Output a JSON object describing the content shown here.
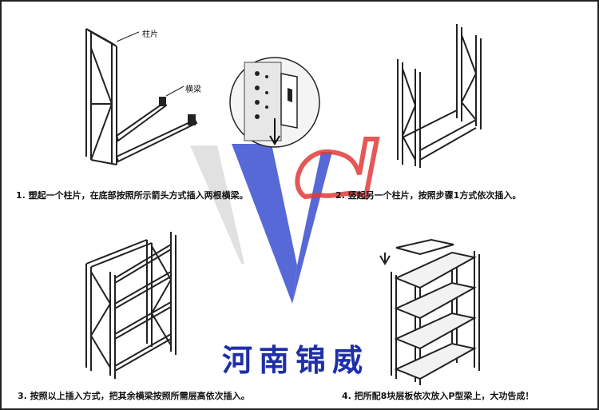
{
  "callouts": {
    "column": "柱片",
    "beam": "横梁"
  },
  "steps": [
    {
      "text": "1. 塑起一个柱片，在底部按照所示箭头方式插入两根横梁。"
    },
    {
      "text": "2. 竖起另一个柱片，按照步骤1方式依次插入。"
    },
    {
      "text": "3. 按照以上插入方式，把其余横梁按照所需层高依次插入。"
    },
    {
      "text": "4. 把所配8块层板依次放入P型梁上，大功告成！"
    }
  ],
  "brand": {
    "text": "河南锦威"
  },
  "colors": {
    "frame": "#222222",
    "watermark_blue": "#3a4fd0",
    "watermark_red": "#e23a3a",
    "brand": "#1e2fa8"
  }
}
